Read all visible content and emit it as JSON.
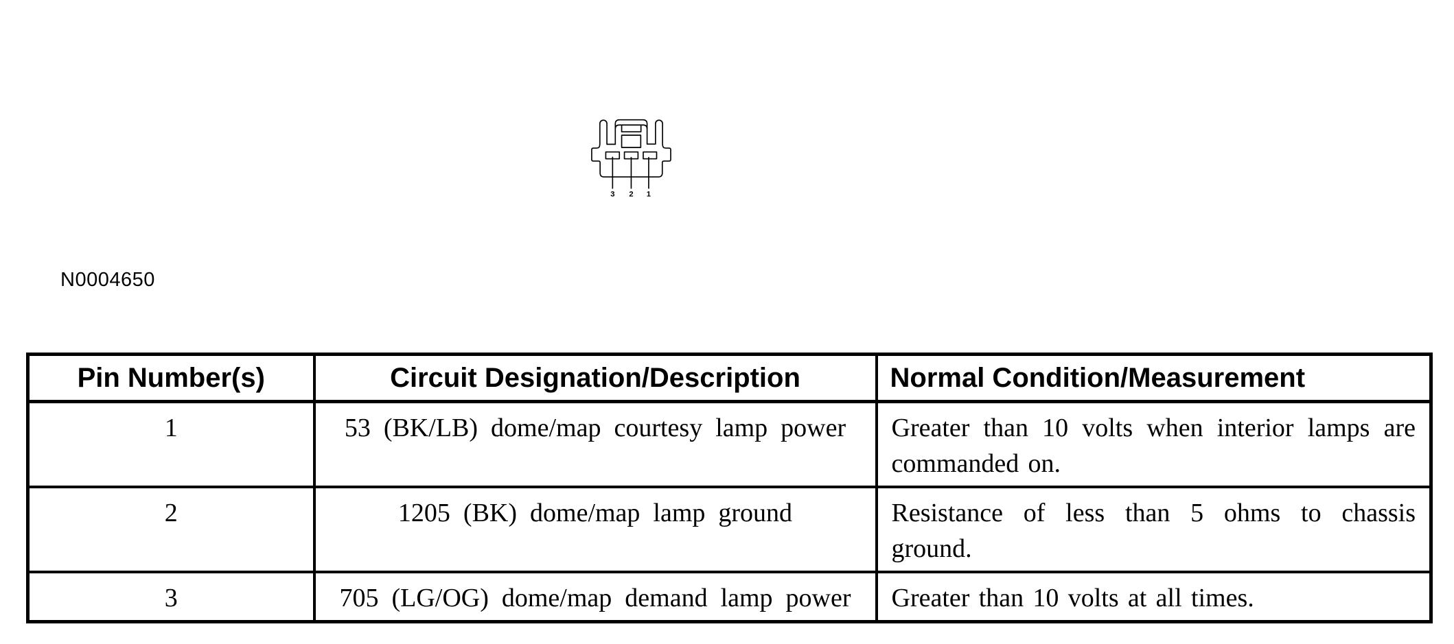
{
  "figure": {
    "caption": "N0004650",
    "connector": {
      "description": "3-pin connector face view",
      "pin_labels": [
        "3",
        "2",
        "1"
      ]
    }
  },
  "table": {
    "headers": {
      "pin": "Pin Number(s)",
      "circuit": "Circuit Designation/Description",
      "condition": "Normal Condition/Measurement"
    },
    "rows": [
      {
        "pin": "1",
        "circuit": "53 (BK/LB) dome/map courtesy lamp power",
        "condition": "Greater than 10 volts when interior lamps are commanded on."
      },
      {
        "pin": "2",
        "circuit": "1205 (BK) dome/map lamp ground",
        "condition": "Resistance of less than 5 ohms to chassis ground."
      },
      {
        "pin": "3",
        "circuit": "705 (LG/OG) dome/map demand lamp power",
        "condition": "Greater than 10 volts at all times."
      }
    ]
  }
}
